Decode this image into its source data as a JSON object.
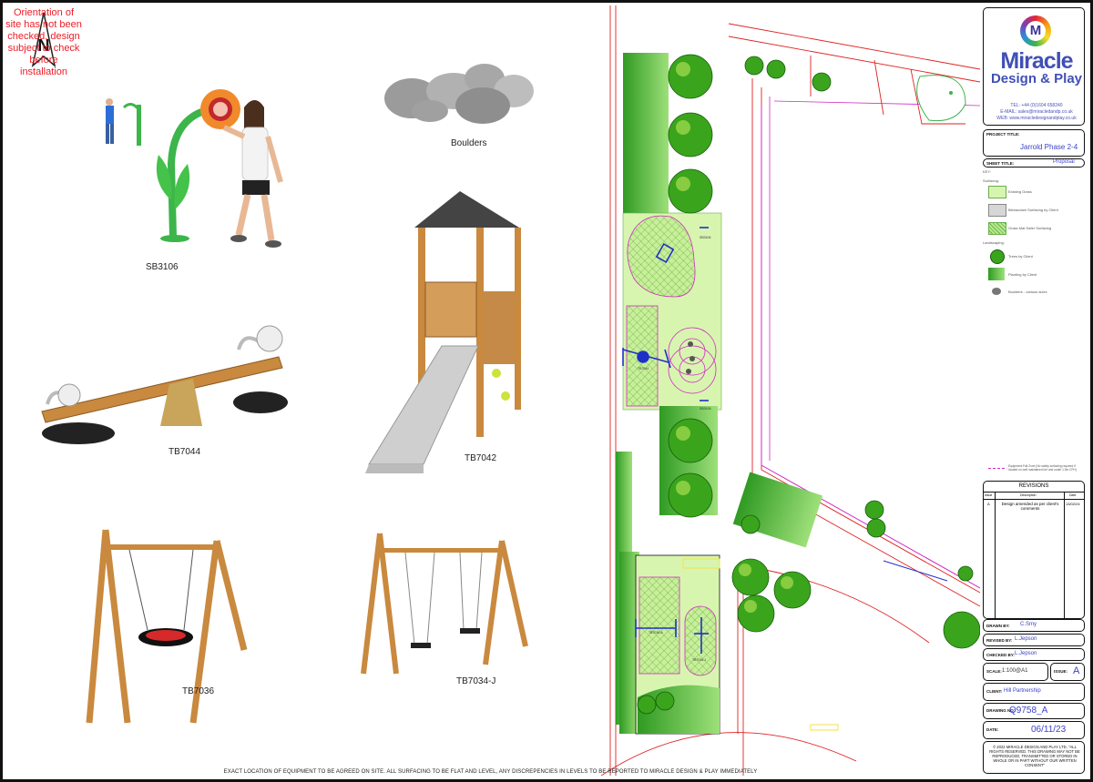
{
  "north_note": "Orientation of site has not been checked, design subject to check before installation",
  "north_letter": "N",
  "equipment": [
    {
      "code": "SB3106"
    },
    {
      "code": "Boulders"
    },
    {
      "code": "TB7044"
    },
    {
      "code": "TB7042"
    },
    {
      "code": "TB7036"
    },
    {
      "code": "TB7034-J"
    }
  ],
  "footer_note": "EXACT LOCATION OF EQUIPMENT TO BE AGREED ON SITE. ALL SURFACING TO BE FLAT AND LEVEL, ANY DISCREPENCIES IN LEVELS TO BE REPORTED TO MIRACLE DESIGN & PLAY IMMEDIATELY",
  "plan_labels": {
    "bench1": "SB3106",
    "bench2": "SB3106",
    "seesaw": "TB7044",
    "swing1": "TB7036-A",
    "swing2": "TB7034-J"
  },
  "title_block": {
    "logo_letter": "M",
    "logo_line1": "Miracle",
    "logo_line2": "Design & Play",
    "tel": "TEL: +44 (0)1604 658240",
    "email": "E-MAIL: sales@miracledandp.co.uk",
    "web": "WEB: www.miracledesignandplay.co.uk",
    "project_title_label": "PROJECT TITLE:",
    "project_title": "Jarrold Phase 2-4",
    "sheet_title_label": "SHEET TITLE:",
    "sheet_title": "Proposal",
    "key_label": "KEY:",
    "surfacing_label": "Surfacing:",
    "key_surfacing": [
      {
        "label": "Existing Grass"
      },
      {
        "label": "Bitmacdam Surfacing by Client"
      },
      {
        "label": "Grass Mat Safer Surfacing"
      }
    ],
    "landscaping_label": "Landscaping:",
    "key_landscaping": [
      {
        "label": "Trees by Client"
      },
      {
        "label": "Planting by Client"
      },
      {
        "label": "Boulders - various sizes"
      }
    ],
    "fall_zone_note": "Equipment Fall Zone (No safety surfacing required if located on well maintained turf and under 1.5m CFH)",
    "revisions_title": "REVISIONS",
    "rev_headers": [
      "Issue",
      "Description",
      "Date"
    ],
    "revisions": [
      {
        "issue": "A",
        "description": "Design amended as per client's comments",
        "date": "13/02/24"
      }
    ],
    "drawn_by_label": "DRAWN BY:",
    "drawn_by": "C.Smy",
    "revised_by_label": "REVISED BY:",
    "revised_by": "L.Jepson",
    "checked_by_label": "CHECKED BY:",
    "checked_by": "L.Jepson",
    "scale_label": "SCALE:",
    "scale": "1:100@A1",
    "issue_label": "ISSUE:",
    "issue": "A",
    "client_label": "CLIENT:",
    "client": "Hill Partnership",
    "drawing_no_label": "DRAWING NO:",
    "drawing_no": "Q9758_A",
    "date_label": "DATE:",
    "date": "06/11/23",
    "copyright": "© 2022 MIRACLE DESIGN AND PLAY LTD, \"ALL RIGHTS RESERVED. THIS DRAWING MAY NOT BE REPRODUCED, TRANSMITTED OR STORED IN WHOLE OR IN PART WITHOUT OUR WRITTEN CONSENT\""
  },
  "colors": {
    "accent_blue": "#3b42c7",
    "warning_red": "#ee1c25",
    "grass": "#d8f5b0",
    "tree": "#3aa51c",
    "safety_surface": "#b8ea8c",
    "fall_zone": "#d12ac4",
    "wood": "#c9893e"
  }
}
